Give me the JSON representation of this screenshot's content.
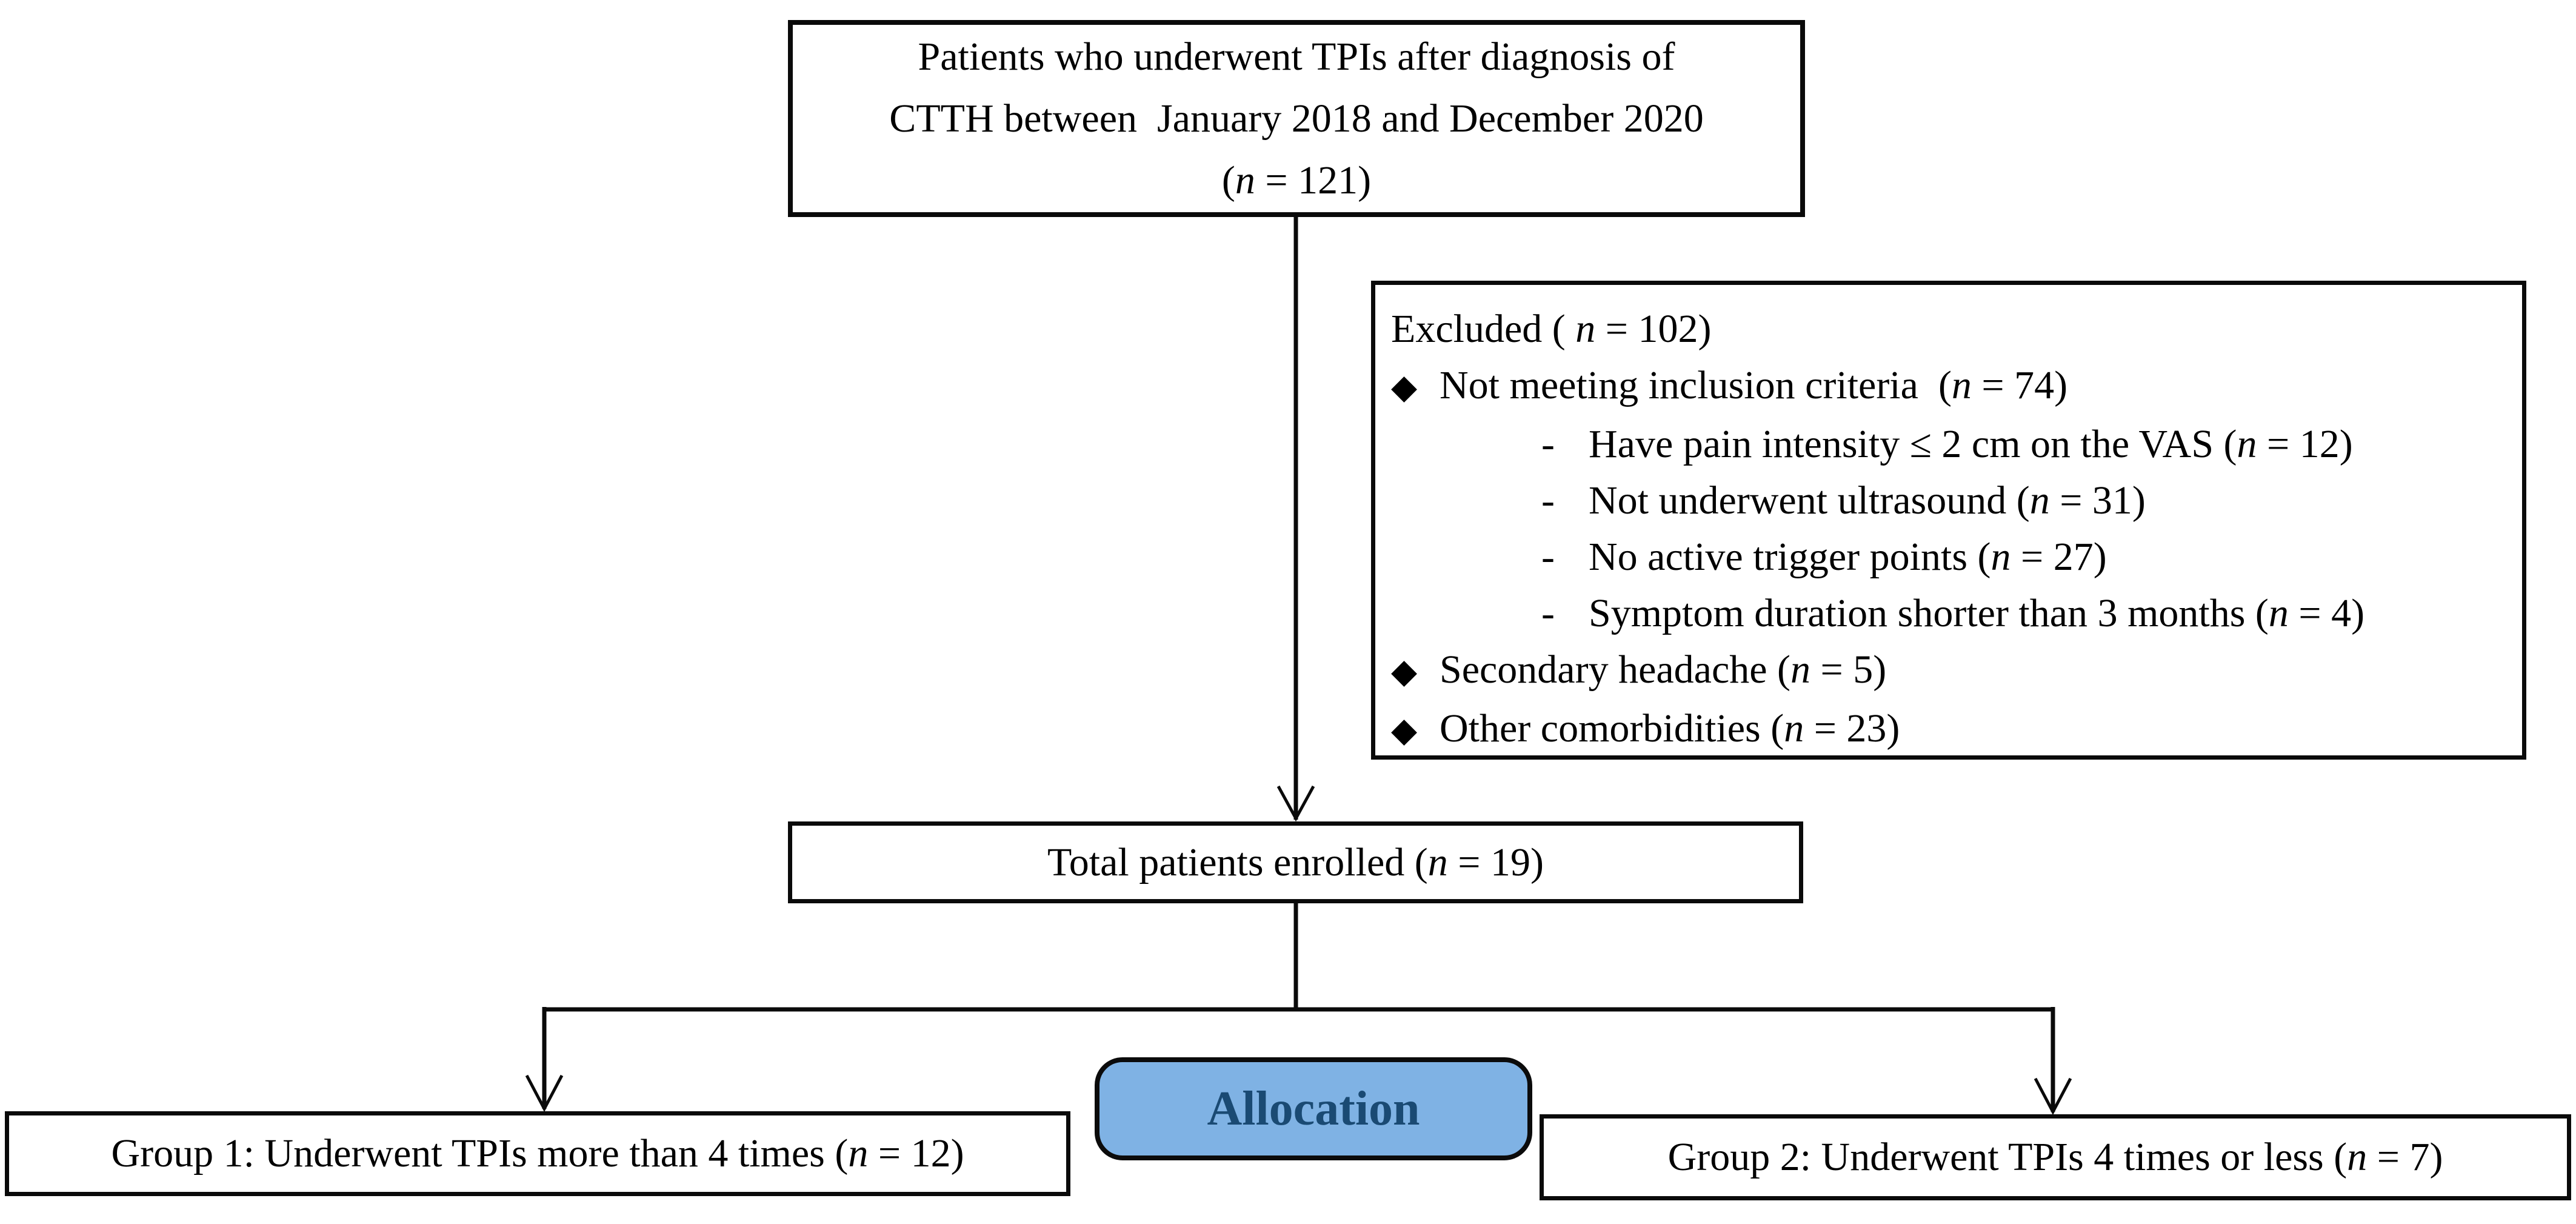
{
  "diagram": {
    "top_box": {
      "lines": [
        "Patients who underwent TPIs after diagnosis of",
        "CTTH between  January 2018 and December 2020",
        "(n = 121)"
      ]
    },
    "excluded_box": {
      "title": "Excluded ( n = 102)",
      "items": [
        {
          "level": 1,
          "bullet": "◆",
          "text": "Not meeting inclusion criteria  (n = 74)"
        },
        {
          "level": 2,
          "bullet": "-",
          "text": "Have pain intensity ≤ 2 cm on the VAS (n = 12)"
        },
        {
          "level": 2,
          "bullet": "-",
          "text": "Not underwent ultrasound (n = 31)"
        },
        {
          "level": 2,
          "bullet": "-",
          "text": "No active trigger points (n = 27)"
        },
        {
          "level": 2,
          "bullet": "-",
          "text": "Symptom duration shorter than 3 months (n = 4)"
        },
        {
          "level": 1,
          "bullet": "◆",
          "text": "Secondary headache (n = 5)"
        },
        {
          "level": 1,
          "bullet": "◆",
          "text": "Other comorbidities (n = 23)"
        }
      ]
    },
    "enrolled_box": {
      "text": "Total patients enrolled (n = 19)"
    },
    "allocation_box": {
      "text": "Allocation",
      "fill_color": "#7fb2e4",
      "text_color": "#1a4a73",
      "border_color": "#0b0b0b"
    },
    "group1_box": {
      "text": "Group 1: Underwent TPIs more than 4 times (n = 12)"
    },
    "group2_box": {
      "text": "Group 2: Underwent TPIs 4 times or less (n = 7)"
    }
  }
}
